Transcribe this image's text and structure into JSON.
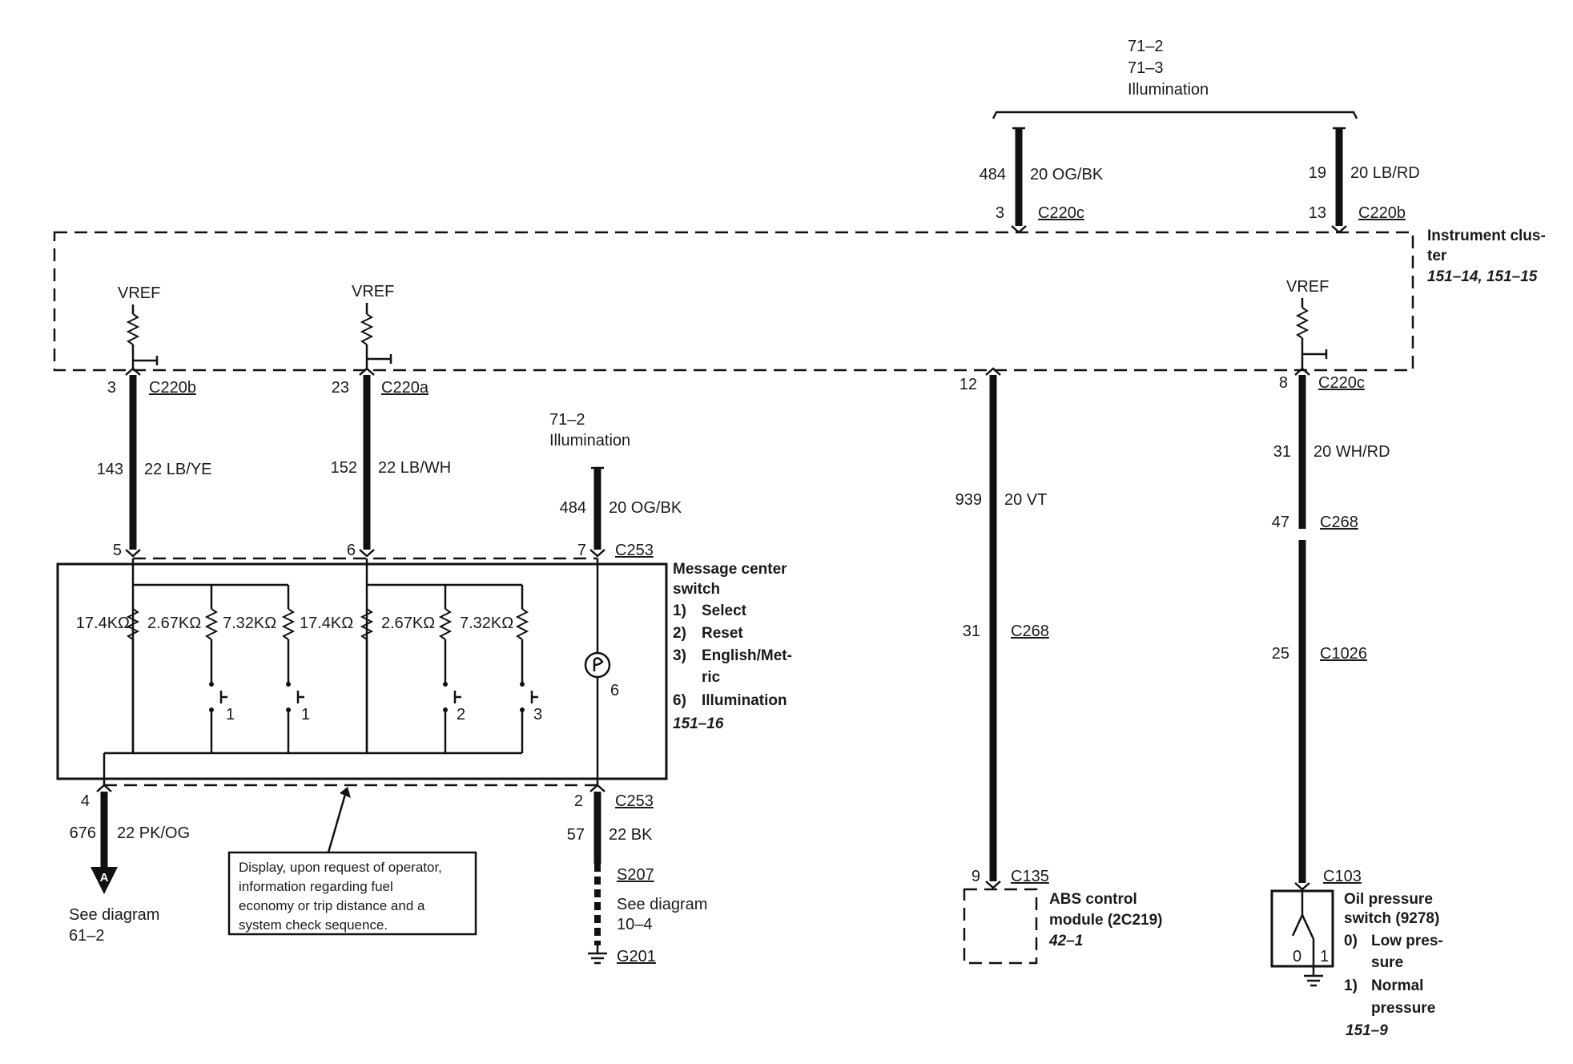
{
  "top_feed": {
    "ref1": "71–2",
    "ref2": "71–3",
    "label": "Illumination"
  },
  "ic_left_wire": {
    "circuit": "484",
    "gauge_color": "20 OG/BK",
    "pin": "3",
    "connector": "C220c"
  },
  "ic_right_wire": {
    "circuit": "19",
    "gauge_color": "20 LB/RD",
    "pin": "13",
    "connector": "C220b"
  },
  "instrument_cluster": {
    "name_line1": "Instrument clus-",
    "name_line2": "ter",
    "ref": "151–14, 151–15"
  },
  "vref": "VREF",
  "wire_143": {
    "pin": "3",
    "connector": "C220b",
    "circuit": "143",
    "gauge_color": "22 LB/YE",
    "switch_pin": "5"
  },
  "wire_152": {
    "pin": "23",
    "connector": "C220a",
    "circuit": "152",
    "gauge_color": "22 LB/WH",
    "switch_pin": "6"
  },
  "illum_feed": {
    "ref": "71–2",
    "label": "Illumination",
    "circuit": "484",
    "gauge_color": "20 OG/BK",
    "pin": "7",
    "connector": "C253"
  },
  "wire_939": {
    "pin": "12",
    "circuit": "939",
    "gauge_color": "20 VT",
    "mid_pin": "31",
    "mid_connector": "C268",
    "end_pin": "9",
    "end_connector": "C135"
  },
  "wire_31": {
    "pin": "8",
    "connector": "C220c",
    "circuit": "31",
    "gauge_color": "20 WH/RD",
    "c268_pin": "47",
    "c268": "C268",
    "c1026_pin": "25",
    "c1026": "C1026",
    "end_connector": "C103"
  },
  "message_switch": {
    "title1": "Message center",
    "title2": "switch",
    "items": [
      {
        "num": "1)",
        "text": "Select"
      },
      {
        "num": "2)",
        "text": "Reset"
      },
      {
        "num": "3)",
        "text": "English/Met-"
      },
      {
        "num": "",
        "text": "ric"
      },
      {
        "num": "6)",
        "text": "Illumination"
      }
    ],
    "ref": "151–16",
    "resistors": [
      "17.4KΩ",
      "2.67KΩ",
      "7.32KΩ",
      "17.4KΩ",
      "2.67KΩ",
      "7.32KΩ"
    ],
    "switch_nums": [
      "1",
      "1",
      "2",
      "3"
    ],
    "lamp_num": "6"
  },
  "wire_676": {
    "pin": "4",
    "circuit": "676",
    "gauge_color": "22 PK/OG",
    "arrow": "A",
    "see1": "See diagram",
    "see2": "61–2"
  },
  "wire_57": {
    "pin": "2",
    "connector": "C253",
    "circuit": "57",
    "gauge_color": "22 BK",
    "splice": "S207",
    "see1": "See diagram",
    "see2": "10–4",
    "ground": "G201"
  },
  "note": [
    "Display, upon request of operator,",
    "information regarding fuel",
    "economy or trip distance and a",
    "system check sequence."
  ],
  "abs": {
    "line1": "ABS control",
    "line2": "module (2C219)",
    "ref": "42–1"
  },
  "oil": {
    "line1": "Oil pressure",
    "line2": "switch (9278)",
    "s0num": "0)",
    "s0a": "Low pres-",
    "s0b": "sure",
    "s1num": "1)",
    "s1a": "Normal",
    "s1b": "pressure",
    "ref": "151–9",
    "pos0": "0",
    "pos1": "1"
  }
}
